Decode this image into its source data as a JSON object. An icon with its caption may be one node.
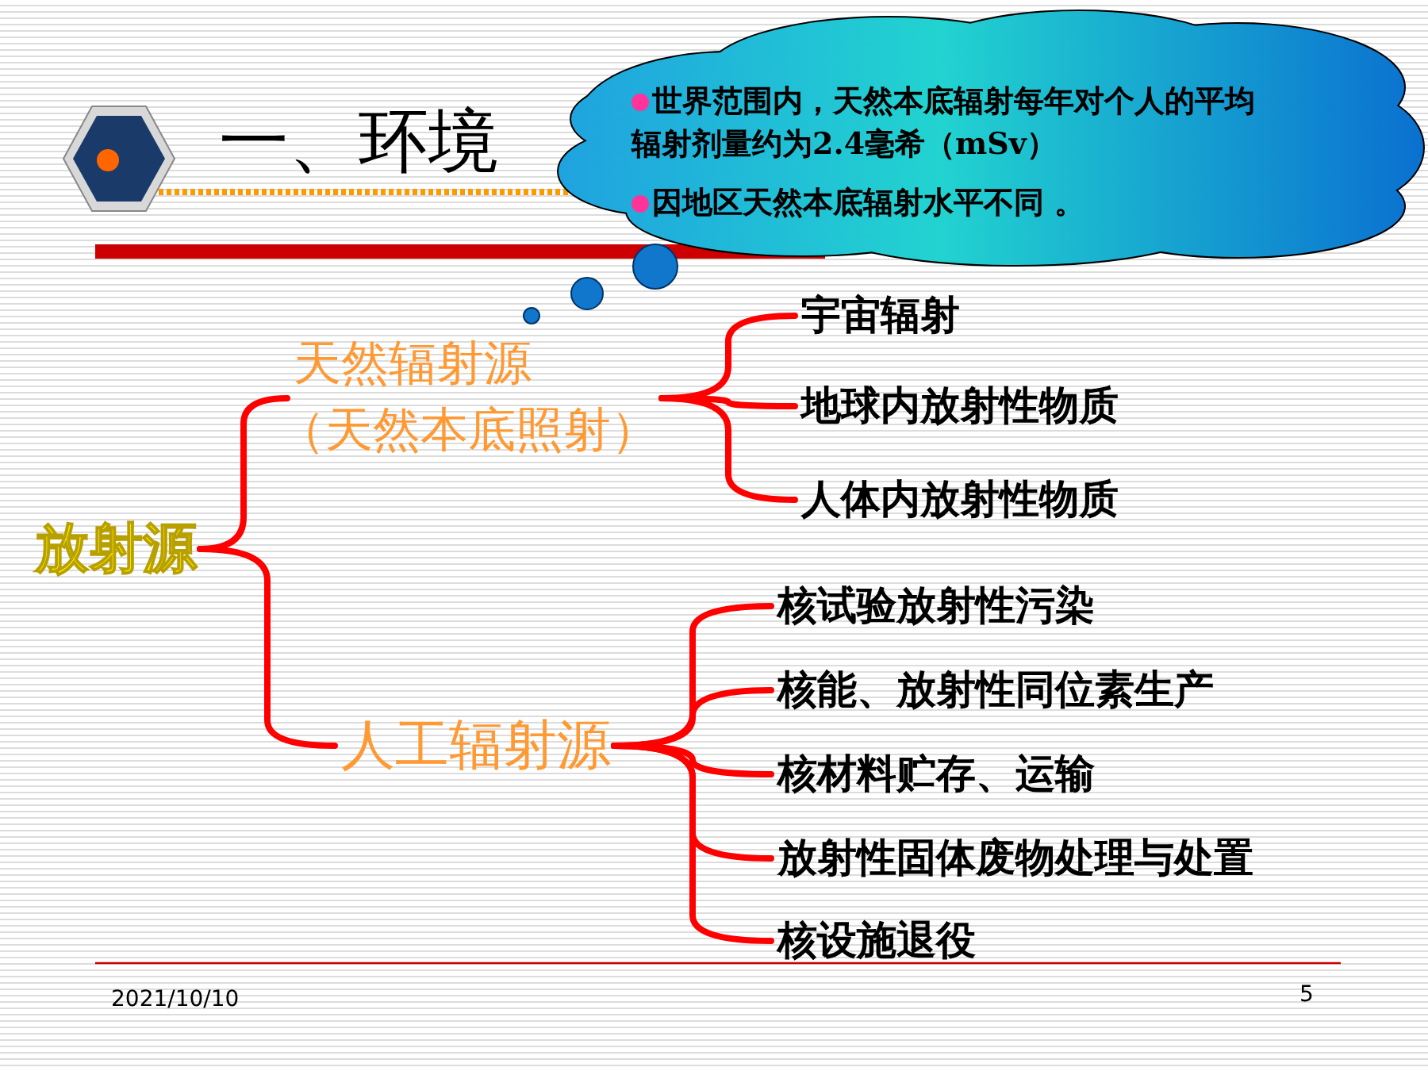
{
  "diagram": {
    "title": "一、环境",
    "nodes": [
      {
        "text": [
          "放射源"
        ]
      },
      {
        "text": [
          "天然辐射源",
          "（天然本底照射）"
        ]
      },
      {
        "text": [
          "人工辐射源"
        ]
      },
      {
        "text": [
          "宇宙辐射"
        ]
      },
      {
        "text": [
          "地球内放射性物质"
        ]
      },
      {
        "text": [
          "人体内放射性物质"
        ]
      },
      {
        "text": [
          "核试验放射性污染"
        ]
      },
      {
        "text": [
          "核能、放射性同位素生产"
        ]
      },
      {
        "text": [
          "核材料贮存、运输"
        ]
      },
      {
        "text": [
          "放射性固体废物处理与处置"
        ]
      },
      {
        "text": [
          "核设施退役"
        ]
      },
      {
        "text": [
          "世界范围内，天然本底辐射每年对个人的平均辐射剂量约为2.4毫希（mSv）",
          "因地区天然本底辐射水平不同 。"
        ]
      }
    ],
    "edges": [
      {
        "from": 0,
        "to": 1,
        "arrow": "none"
      },
      {
        "from": 0,
        "to": 2,
        "arrow": "none"
      },
      {
        "from": 1,
        "to": 3,
        "arrow": "none"
      },
      {
        "from": 1,
        "to": 4,
        "arrow": "none"
      },
      {
        "from": 1,
        "to": 5,
        "arrow": "none"
      },
      {
        "from": 2,
        "to": 6,
        "arrow": "none"
      },
      {
        "from": 2,
        "to": 7,
        "arrow": "none"
      },
      {
        "from": 2,
        "to": 8,
        "arrow": "none"
      },
      {
        "from": 2,
        "to": 9,
        "arrow": "none"
      },
      {
        "from": 2,
        "to": 10,
        "arrow": "none"
      }
    ],
    "labels": [
      "2021/10/10",
      "5"
    ]
  }
}
